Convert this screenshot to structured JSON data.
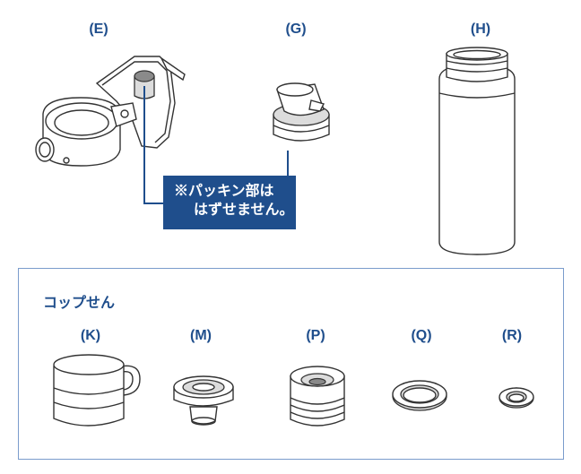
{
  "top_parts": [
    {
      "id": "E",
      "label": "(E)"
    },
    {
      "id": "G",
      "label": "(G)"
    },
    {
      "id": "H",
      "label": "(H)"
    }
  ],
  "note": {
    "line1": "※パッキン部は",
    "line2": "はずせません。"
  },
  "cup_group": {
    "title": "コップせん",
    "parts": [
      {
        "id": "K",
        "label": "(K)"
      },
      {
        "id": "M",
        "label": "(M)"
      },
      {
        "id": "P",
        "label": "(P)"
      },
      {
        "id": "Q",
        "label": "(Q)"
      },
      {
        "id": "R",
        "label": "(R)"
      }
    ]
  },
  "colors": {
    "accent": "#1f4e8c",
    "panel_border": "#7a9ccc",
    "line": "#333333"
  }
}
